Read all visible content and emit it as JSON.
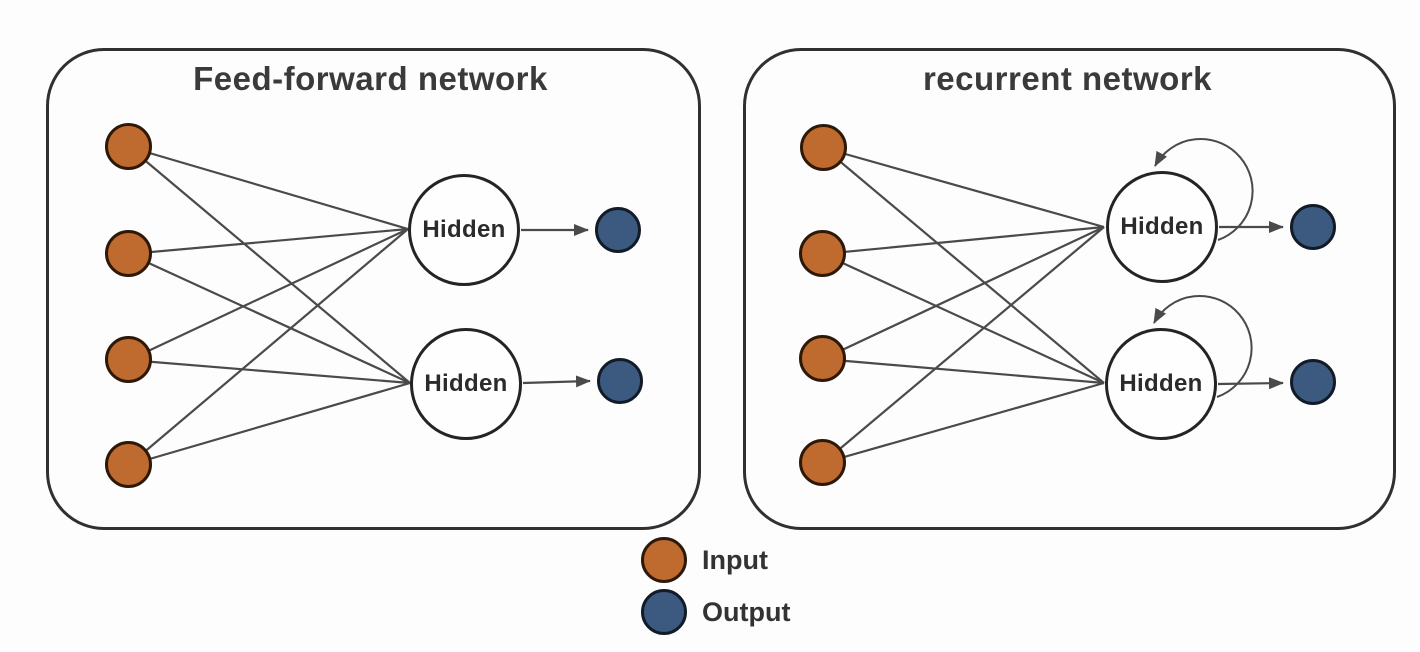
{
  "colors": {
    "background": "#fdfdfd",
    "box-border": "#303030",
    "title-text": "#3a3a3a",
    "node-label-text": "#2b2b2b",
    "legend-text": "#333333",
    "edge": "#4a4a4a",
    "input-fill": "#bf6b2f",
    "input-border": "#2e1807",
    "hidden-fill": "#fefefe",
    "hidden-border": "#242424",
    "output-fill": "#3c5a80",
    "output-border": "#121b28"
  },
  "panels": [
    {
      "title": "Feed-forward network",
      "input_count": 4,
      "output_count": 2,
      "hidden_nodes": [
        {
          "label": "Hidden"
        },
        {
          "label": "Hidden"
        }
      ],
      "connectivity": {
        "input_to_hidden": "fully-connected",
        "hidden_to_output": "one-to-one",
        "hidden_self_loops": false
      }
    },
    {
      "title": "recurrent network",
      "input_count": 4,
      "output_count": 2,
      "hidden_nodes": [
        {
          "label": "Hidden"
        },
        {
          "label": "Hidden"
        }
      ],
      "connectivity": {
        "input_to_hidden": "fully-connected",
        "hidden_to_output": "one-to-one",
        "hidden_self_loops": true
      }
    }
  ],
  "legend": {
    "items": [
      {
        "label": "Input",
        "color": "#bf6b2f"
      },
      {
        "label": "Output",
        "color": "#3c5a80"
      }
    ]
  }
}
